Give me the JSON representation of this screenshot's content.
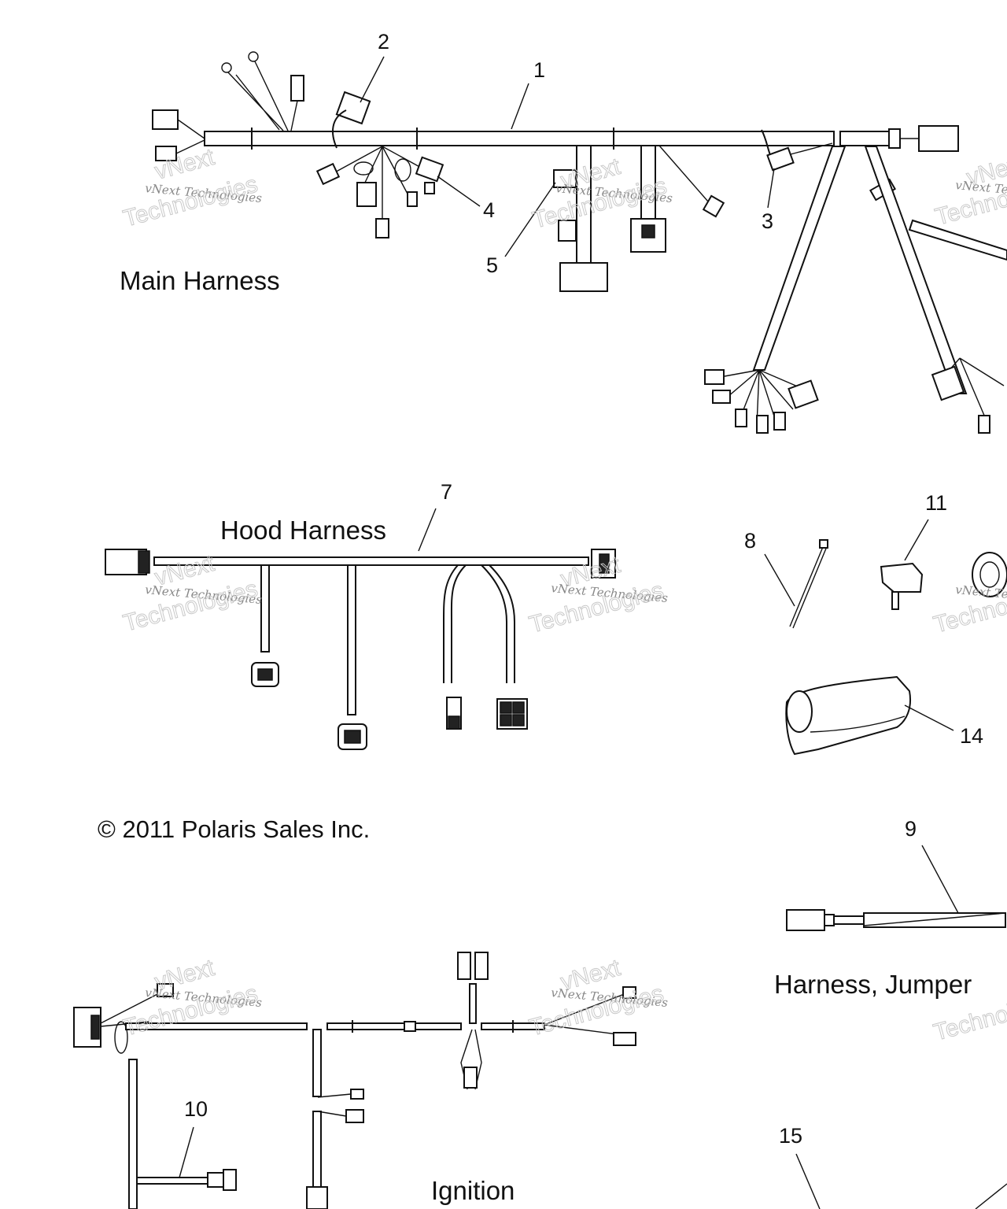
{
  "sections": {
    "main_harness": "Main Harness",
    "hood_harness": "Hood Harness",
    "jumper_harness": "Harness, Jumper",
    "ignition": "Ignition"
  },
  "copyright": "© 2011 Polaris Sales Inc.",
  "watermark": {
    "line1": "vNext Technologies",
    "line2": "vNext",
    "line3": "Technologies"
  },
  "part_labels": {
    "p1": "1",
    "p2": "2",
    "p3": "3",
    "p4": "4",
    "p5": "5",
    "p7": "7",
    "p8": "8",
    "p9": "9",
    "p10": "10",
    "p11": "11",
    "p14": "14",
    "p15": "15"
  }
}
